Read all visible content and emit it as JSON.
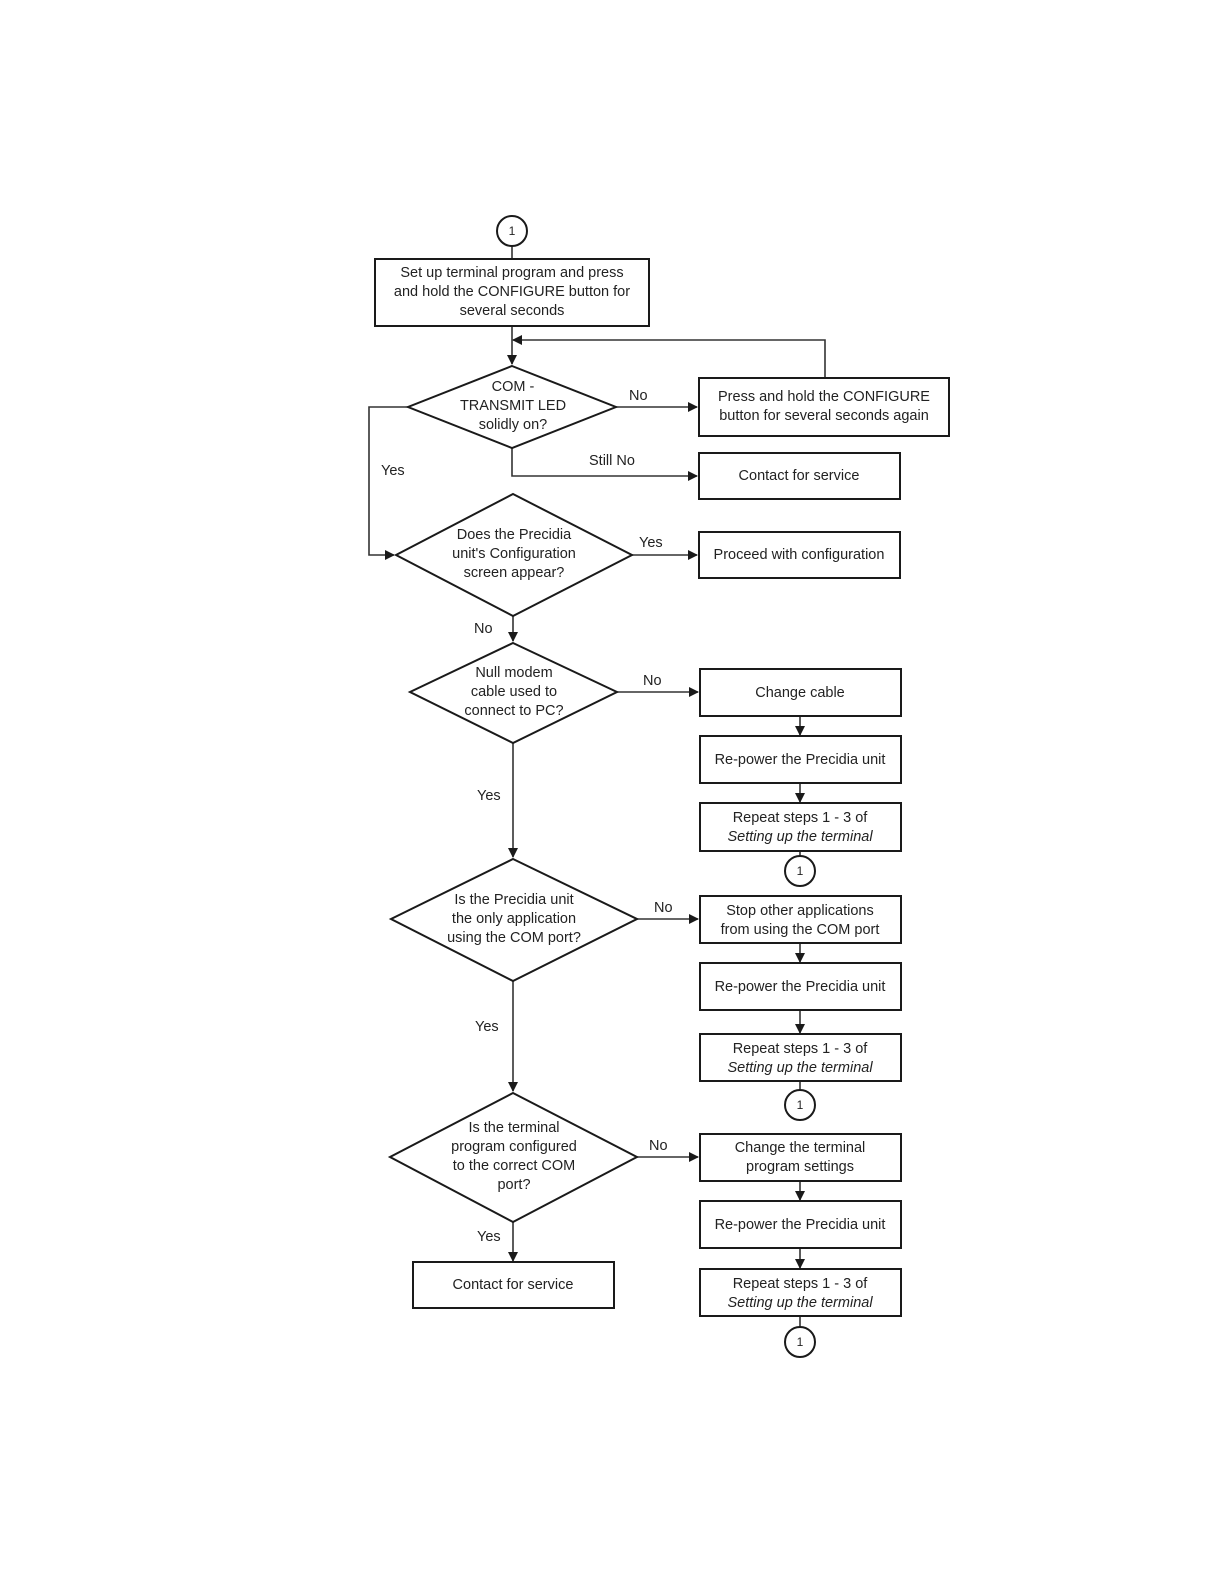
{
  "connector_label": "1",
  "start": {
    "lines": [
      "Set up terminal program and press",
      "and hold the CONFIGURE button for",
      "several seconds"
    ]
  },
  "decision1": {
    "lines": [
      "COM -",
      "TRANSMIT LED",
      "solidly on?"
    ]
  },
  "press_again": {
    "lines": [
      "Press and hold the CONFIGURE",
      "button for several seconds again"
    ]
  },
  "contact1": {
    "lines": [
      "Contact for service"
    ]
  },
  "decision2": {
    "lines": [
      "Does the Precidia",
      "unit's Configuration",
      "screen appear?"
    ]
  },
  "proceed": {
    "lines": [
      "Proceed with configuration"
    ]
  },
  "decision3": {
    "lines": [
      "Null modem",
      "cable used to",
      "connect to PC?"
    ]
  },
  "change_cable": {
    "lines": [
      "Change cable"
    ]
  },
  "repower1": {
    "lines": [
      "Re-power the Precidia unit"
    ]
  },
  "repeat1": {
    "lines": [
      "Repeat steps 1 - 3 of",
      "Setting up the terminal"
    ]
  },
  "decision4": {
    "lines": [
      "Is the Precidia unit",
      "the only application",
      "using the COM port?"
    ]
  },
  "stop_apps": {
    "lines": [
      "Stop other applications",
      "from using the COM port"
    ]
  },
  "repower2": {
    "lines": [
      "Re-power the Precidia unit"
    ]
  },
  "repeat2": {
    "lines": [
      "Repeat steps 1 - 3 of",
      "Setting up the terminal"
    ]
  },
  "decision5": {
    "lines": [
      "Is the terminal",
      "program configured",
      "to the correct COM",
      "port?"
    ]
  },
  "change_settings": {
    "lines": [
      "Change the terminal",
      "program settings"
    ]
  },
  "repower3": {
    "lines": [
      "Re-power the Precidia unit"
    ]
  },
  "repeat3": {
    "lines": [
      "Repeat steps 1 - 3 of",
      "Setting up the terminal"
    ]
  },
  "contact2": {
    "lines": [
      "Contact for service"
    ]
  },
  "edge_labels": {
    "no1": "No",
    "still_no": "Still No",
    "yes1": "Yes",
    "yes2": "Yes",
    "no2": "No",
    "no3": "No",
    "yes3": "Yes",
    "no4": "No",
    "yes4": "Yes",
    "no5": "No",
    "yes5": "Yes"
  }
}
